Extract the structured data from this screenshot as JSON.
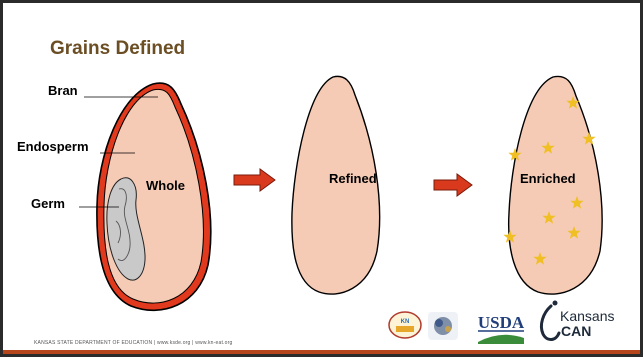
{
  "slide": {
    "title": "Grains Defined",
    "labels": {
      "bran": "Bran",
      "endosperm": "Endosperm",
      "germ": "Germ",
      "whole": "Whole",
      "refined": "Refined",
      "enriched": "Enriched"
    },
    "footer": "KANSAS STATE DEPARTMENT OF EDUCATION | www.ksde.org | www.kn-eat.org",
    "logos": {
      "usda": "USDA",
      "kansans": "Kansans",
      "can": "CAN"
    }
  },
  "colors": {
    "kernel_fill": "#f5cbb6",
    "bran_red": "#e0391d",
    "germ_gray": "#c9c9c9",
    "arrow_red": "#d93a1e",
    "star_gold": "#f0bf23",
    "title_brown": "#6b4e24"
  }
}
